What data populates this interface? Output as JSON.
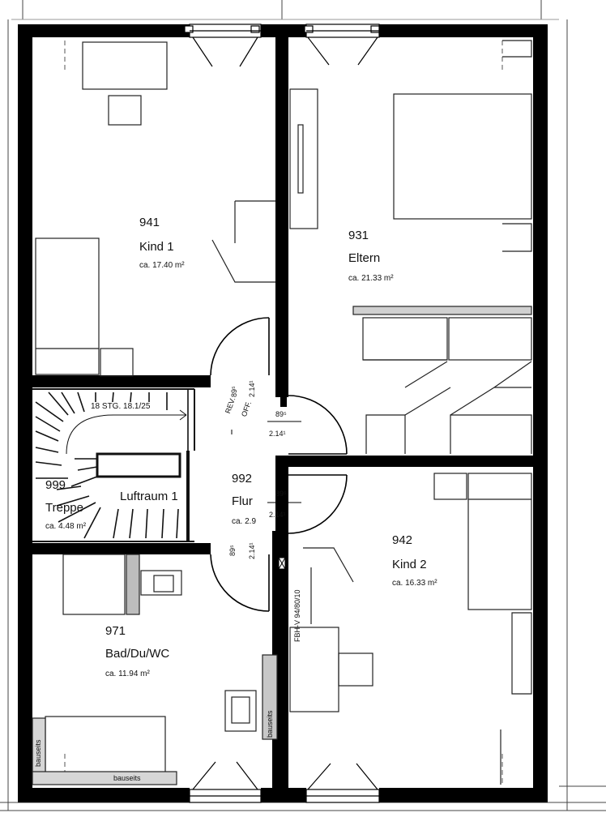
{
  "rooms": {
    "kind1": {
      "number": "941",
      "name": "Kind 1",
      "area": "ca. 17.40 m²"
    },
    "eltern": {
      "number": "931",
      "name": "Eltern",
      "area": "ca. 21.33 m²"
    },
    "treppe": {
      "number": "999",
      "name": "Treppe",
      "area": "ca. 4.48 m²"
    },
    "flur": {
      "number": "992",
      "name": "Flur",
      "area": "ca. 2.9"
    },
    "kind2": {
      "number": "942",
      "name": "Kind 2",
      "area": "ca. 16.33 m²"
    },
    "bad": {
      "number": "971",
      "name": "Bad/Du/WC",
      "area": "ca. 11.94 m²"
    }
  },
  "annotations": {
    "stairs": "18 STG. 18.1/25",
    "void": "Luftraum 1",
    "revision_rev": "REV.",
    "revision_off": "OFF.",
    "rev_w": "89⁵",
    "rev_h": "2.14¹",
    "door_w": "89⁵",
    "door_h": "2.14¹",
    "floor_heating": "FBH-V 94/80/10",
    "bauseits": "bauseits"
  },
  "colors": {
    "wall": "#000000",
    "line": "#222222",
    "light": "#cfcfcf",
    "grey": "#bdbdbd"
  }
}
